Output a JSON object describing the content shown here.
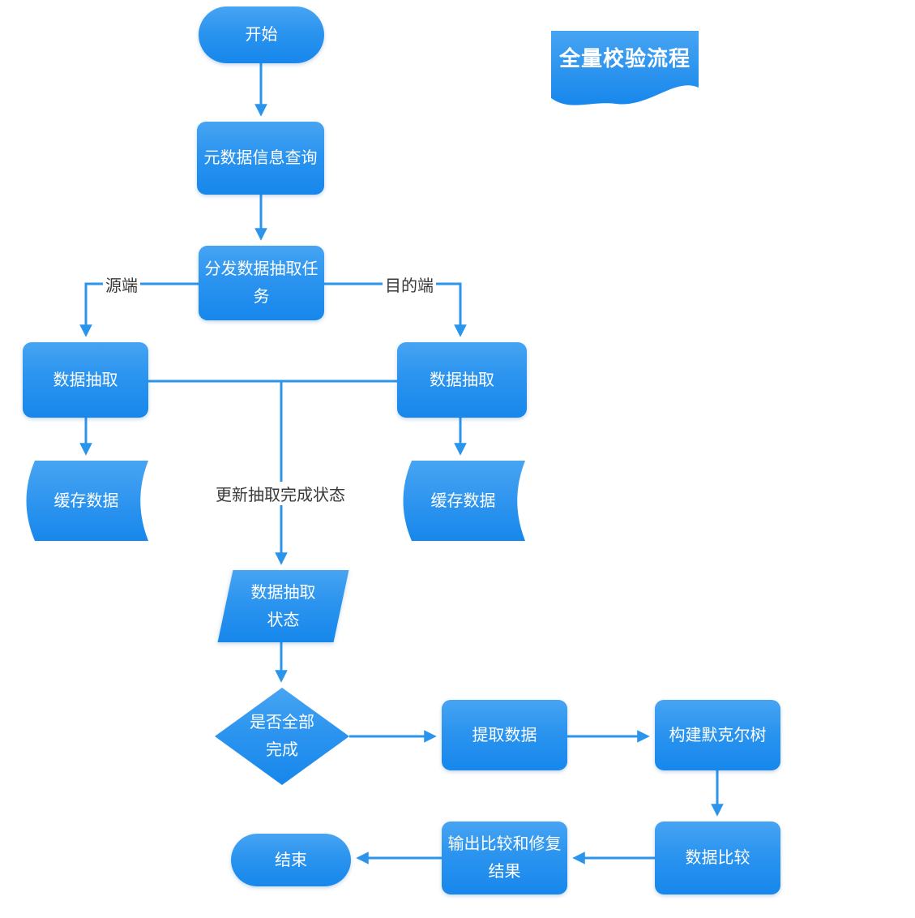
{
  "title": {
    "label": "全量校验流程"
  },
  "nodes": {
    "start": {
      "label": "开始"
    },
    "meta_query": {
      "label": "元数据信息查询"
    },
    "dispatch": {
      "label": "分发数据抽取任务"
    },
    "extract_source": {
      "label": "数据抽取"
    },
    "extract_target": {
      "label": "数据抽取"
    },
    "cache_source": {
      "label": "缓存数据"
    },
    "cache_target": {
      "label": "缓存数据"
    },
    "extract_status": {
      "label": "数据抽取状态"
    },
    "decision": {
      "label": "是否全部完成"
    },
    "fetch_data": {
      "label": "提取数据"
    },
    "build_merkle": {
      "label": "构建默克尔树"
    },
    "compare": {
      "label": "数据比较"
    },
    "output_result": {
      "label": "输出比较和修复结果"
    },
    "end": {
      "label": "结束"
    }
  },
  "edge_labels": {
    "source_side": "源端",
    "target_side": "目的端",
    "update_status": "更新抽取完成状态"
  },
  "colors": {
    "node_gradient_top": "#47a4f2",
    "node_gradient_bottom": "#1787ec",
    "connector": "#2b95ec",
    "node_text": "#ffffff",
    "edge_label_text": "#383838",
    "background": "#ffffff"
  }
}
